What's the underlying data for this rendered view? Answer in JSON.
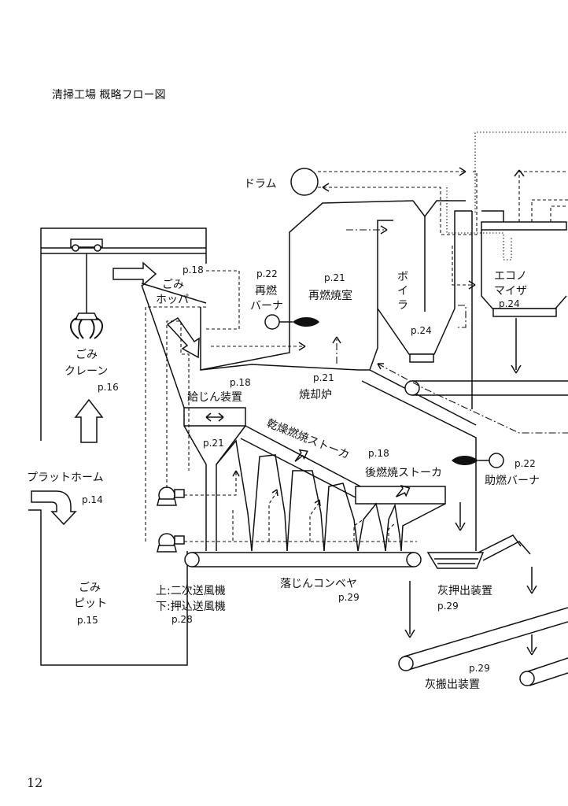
{
  "title": "清掃工場 概略フロー図",
  "page_number": "12",
  "labels": {
    "drum": "ドラム",
    "gomi_hopper_1": "ごみ",
    "gomi_hopper_2": "ホッパ",
    "hopper_ref": "p.18",
    "reburn_burner_ref": "p.22",
    "reburn_burner_1": "再燃",
    "reburn_burner_2": "バーナ",
    "reburn_chamber_ref": "p.21",
    "reburn_chamber": "再燃焼室",
    "boiler_1": "ボ",
    "boiler_2": "イ",
    "boiler_3": "ラ",
    "boiler_ref": "p.24",
    "economizer_1": "エコノ",
    "economizer_2": "マイザ",
    "economizer_ref": "p.24",
    "crane_1": "ごみ",
    "crane_2": "クレーン",
    "crane_ref": "p.16",
    "incinerator_ref": "p.21",
    "incinerator": "焼却炉",
    "feeder_ref": "p.18",
    "feeder": "給じん装置",
    "feeder_hopper_ref": "p.21",
    "drying_stoker": "乾燥燃焼ストーカ",
    "stoker_ref": "p.18",
    "after_stoker": "後燃焼ストーカ",
    "aux_burner_ref": "p.22",
    "aux_burner": "助燃バーナ",
    "platform": "プラットホーム",
    "platform_ref": "p.14",
    "pit_1": "ごみ",
    "pit_2": "ピット",
    "pit_ref": "p.15",
    "fan_upper": "上:二次送風機",
    "fan_lower": "下:押込送風機",
    "fan_ref": "p.28",
    "conveyor": "落じんコンベヤ",
    "conveyor_ref": "p.29",
    "ash_push": "灰押出装置",
    "ash_push_ref": "p.29",
    "ash_carry_ref": "p.29",
    "ash_carry": "灰搬出装置"
  }
}
